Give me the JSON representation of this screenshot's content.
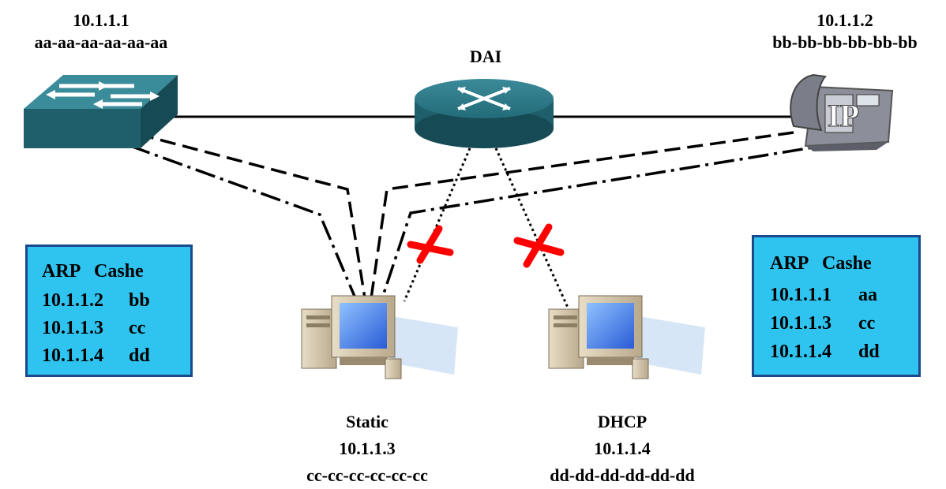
{
  "nodes": {
    "switch": {
      "ip": "10.1.1.1",
      "mac": "aa-aa-aa-aa-aa-aa"
    },
    "router": {
      "label": "DAI"
    },
    "phone": {
      "ip": "10.1.1.2",
      "mac": "bb-bb-bb-bb-bb-bb",
      "badge": "IP"
    },
    "static_pc": {
      "label": "Static",
      "ip": "10.1.1.3",
      "mac": "cc-cc-cc-cc-cc-cc"
    },
    "dhcp_pc": {
      "label": "DHCP",
      "ip": "10.1.1.4",
      "mac": "dd-dd-dd-dd-dd-dd"
    }
  },
  "arp_left": {
    "title": "ARP   Cashe",
    "rows": [
      {
        "ip": "10.1.1.2",
        "mac": "bb"
      },
      {
        "ip": "10.1.1.3",
        "mac": "cc"
      },
      {
        "ip": "10.1.1.4",
        "mac": "dd"
      }
    ]
  },
  "arp_right": {
    "title": "ARP   Cashe",
    "rows": [
      {
        "ip": "10.1.1.1",
        "mac": "aa"
      },
      {
        "ip": "10.1.1.3",
        "mac": "cc"
      },
      {
        "ip": "10.1.1.4",
        "mac": "dd"
      }
    ]
  },
  "colors": {
    "box_fill": "#2fc4f0",
    "box_border": "#1a4a8c",
    "device": "#1f5f6b",
    "block": "#ff0000"
  }
}
